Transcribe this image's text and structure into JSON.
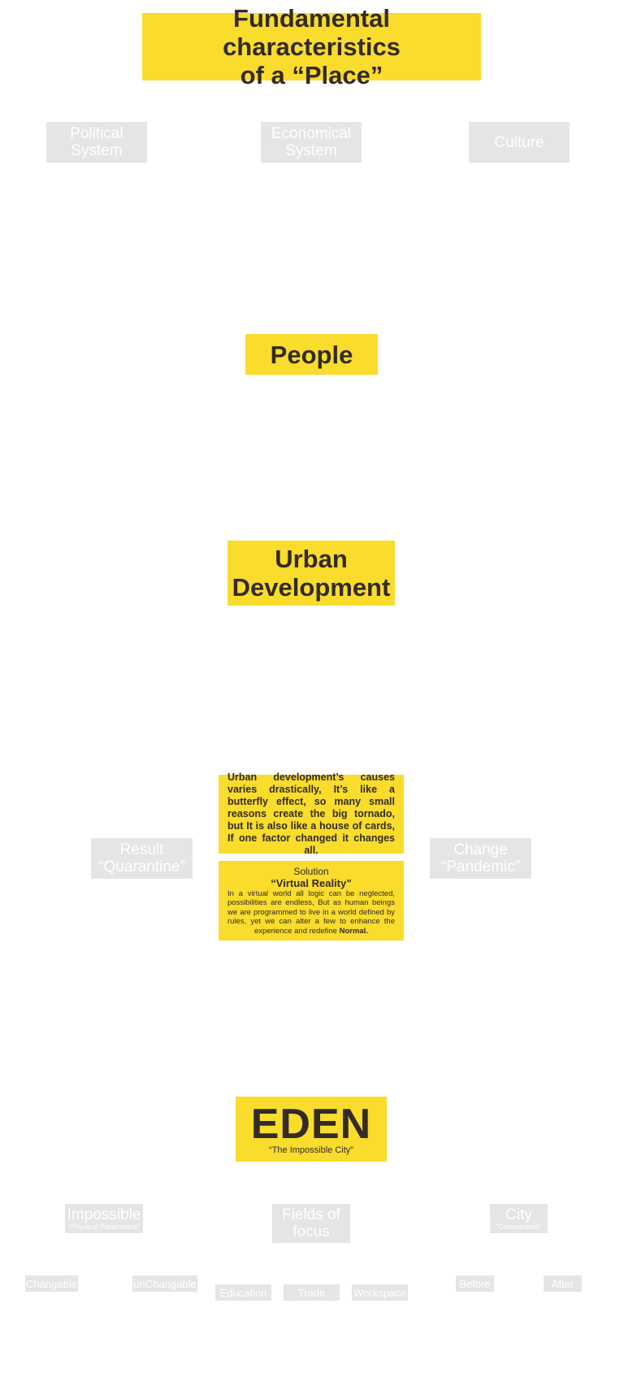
{
  "header": {
    "title": "Fundamental characteristics\nof a “Place”"
  },
  "pillars": [
    {
      "label": "Political\nSystem"
    },
    {
      "label": "Economical\nSystem"
    },
    {
      "label": "Culture"
    }
  ],
  "people": {
    "title": "People"
  },
  "urban": {
    "title": "Urban\nDevelopment"
  },
  "causes": {
    "text": "Urban development’s causes varies drastically, It’s like a butterfly effect, so many small reasons create the big tornado, but It is also like a house of cards, If one factor changed it changes all."
  },
  "solution": {
    "heading": "Solution",
    "title": "“Virtual Reality”",
    "body": "In a virtual world all logic can be neglected, possibilities are endless, But as human beings we are programmed to live in a world defined by rules, yet we can alter a few to enhance the experience and redefine ",
    "body_bold": "Normal."
  },
  "side": {
    "result": "Result\n“Quarantine”",
    "change": "Change\n“Pandemic”"
  },
  "eden": {
    "title": "EDEN",
    "subtitle": "“The Impossible City”"
  },
  "branches": {
    "impossible": {
      "label": "Impossible",
      "sub": "“Physical Parameters”"
    },
    "fields": {
      "label": "Fields of\nfocus"
    },
    "city": {
      "label": "City",
      "sub": "“Components”"
    }
  },
  "leaves": {
    "changable": "Changable",
    "unchangable": "unChangable",
    "education": "Education",
    "trade": "Trade",
    "workspace": "Workspace",
    "before": "Before",
    "after": "After"
  },
  "colors": {
    "yellow": "#f9dc2c",
    "grey": "#e5e5e5",
    "text_dark": "#332b25"
  }
}
